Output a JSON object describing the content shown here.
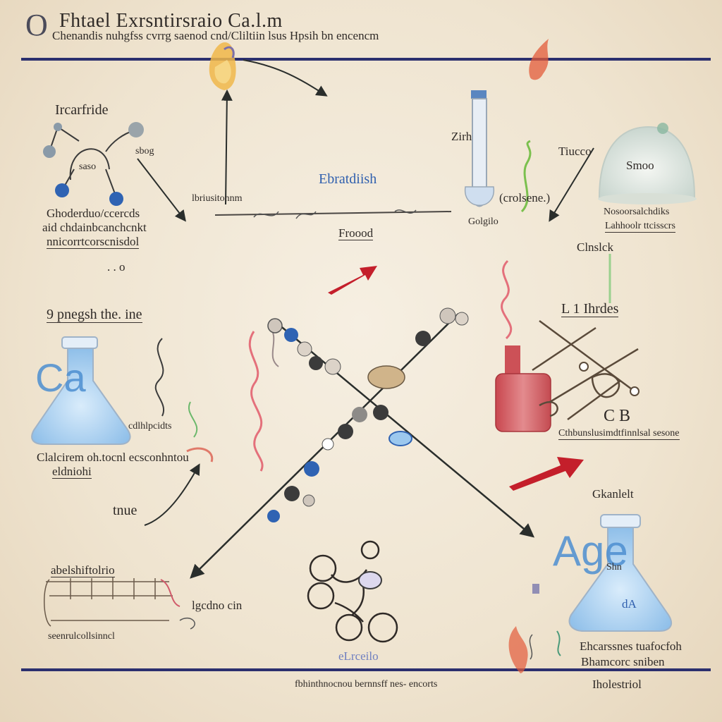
{
  "header": {
    "logo": "O",
    "title": "Fhtael Exrsntirsraio Ca.l.m",
    "subtitle": "Chenandis nuhgfss cvrrg saenod cnd/Cliltiin lsus Hpsih bn encencm"
  },
  "labels": {
    "top_left_title": "Ircarfride",
    "top_left_molecule": "saso",
    "top_left_atom": "sbog",
    "top_left_desc_1": "Ghoderduo/ccercds",
    "top_left_desc_2": "aid chdainbcanchcnkt",
    "top_left_desc_3": "nnicorrtcorscnisdol",
    "top_pipe_left": "lbriusitonnm",
    "center_top_title": "Ebratdiish",
    "center_top_sub": "Froood",
    "tube_label": "Zirh",
    "tube_side": "(crolsene.)",
    "tube_bottom": "Golgilo",
    "top_right_title": "Tiucco",
    "top_right_bell": "Smoo",
    "top_right_desc_1": "Nosoorsalchdiks",
    "top_right_desc_2": "Lahhoolr ttcisscrs",
    "right_mid_title": "Clnslck",
    "misc_dots": ". . o",
    "left_mid_title": "9 pnegsh the. ine",
    "flask_left_letters": "Ca",
    "flask_left_side": "cdlhlpcidts",
    "flask_left_desc_1": "Clalcirem oh.tocnl ecsconhntou",
    "flask_left_desc_2": "eldniohi",
    "right_mid_label": "L 1 Ihrdes",
    "jar_letters": "C  B",
    "jar_desc": "Cthbunslusimdtfinnlsal sesone",
    "left_arrow_label": "tnue",
    "bottom_right_title": "Gkanlelt",
    "flask_right_letters": "Age",
    "flask_right_inner": "Shn",
    "flask_right_bottom": "dA",
    "bottom_right_desc_1": "Ehcarssnes tuafocfoh",
    "bottom_right_desc_2": "Bhamcorc sniben",
    "bottom_left_title": "abelshiftolrio",
    "bottom_left_side": "lgcdno cin",
    "bottom_left_desc": "seenrulcollsinncl",
    "bottom_center_label": "eLrceilo",
    "footer_center": "fbhinthnocnou bernnsff nes- encorts",
    "footer_right": "Iholestriol"
  },
  "colors": {
    "rule": "#2b2f6e",
    "arrow_dark": "#2a2e2c",
    "arrow_red": "#c41f2b",
    "flask_blue": "#9cc8ee",
    "atom_blue": "#2f63b3",
    "atom_dark": "#3b3b3b",
    "jar_red": "#d9646a"
  }
}
